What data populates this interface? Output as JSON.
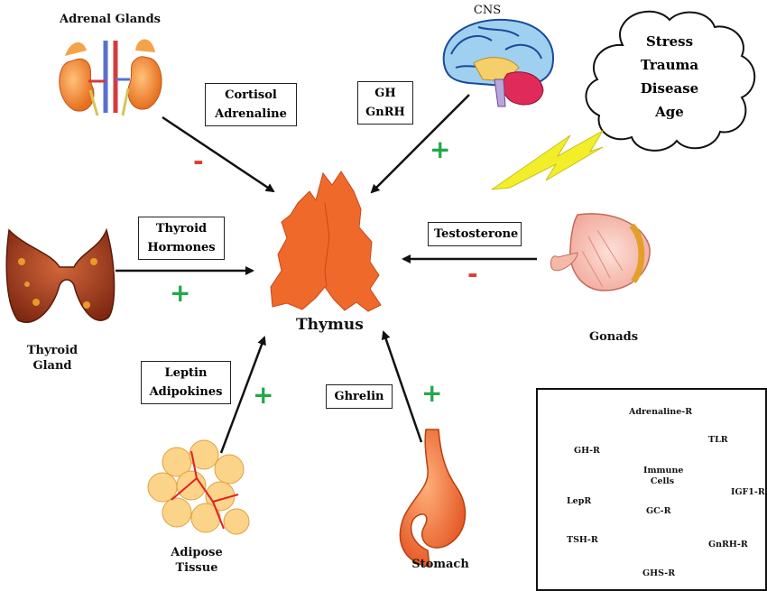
{
  "organs": {
    "adrenal": "Adrenal Glands",
    "cns": "CNS",
    "thyroid_line1": "Thyroid",
    "thyroid_line2": "Gland",
    "gonads": "Gonads",
    "adipose_line1": "Adipose",
    "adipose_line2": "Tissue",
    "stomach": "Stomach",
    "thymus": "Thymus"
  },
  "hormones": {
    "adrenal_line1": "Cortisol",
    "adrenal_line2": "Adrenaline",
    "cns_line1": "GH",
    "cns_line2": "GnRH",
    "thyroid_line1": "Thyroid",
    "thyroid_line2": "Hormones",
    "gonads": "Testosterone",
    "adipose_line1": "Leptin",
    "adipose_line2": "Adipokines",
    "stomach": "Ghrelin"
  },
  "effects": {
    "adrenal": "-",
    "cns": "+",
    "thyroid": "+",
    "gonads": "-",
    "adipose": "+",
    "stomach": "+"
  },
  "stressors": [
    "Stress",
    "Trauma",
    "Disease",
    "Age"
  ],
  "immune_cell": {
    "center_line1": "Immune",
    "center_line2": "Cells",
    "inner_receptor": "GC-R",
    "receptors": {
      "adrenaline": "Adrenaline-R",
      "tlr": "TLR",
      "gh": "GH-R",
      "igf1": "IGF1-R",
      "lep": "LepR",
      "tsh": "TSH-R",
      "gnrh": "GnRH-R",
      "ghs": "GHS-R"
    }
  },
  "colors": {
    "positive": "#22a84a",
    "negative": "#e43b2f",
    "thymus": "#ef6a2a",
    "lightning": "#f2ef2a"
  }
}
